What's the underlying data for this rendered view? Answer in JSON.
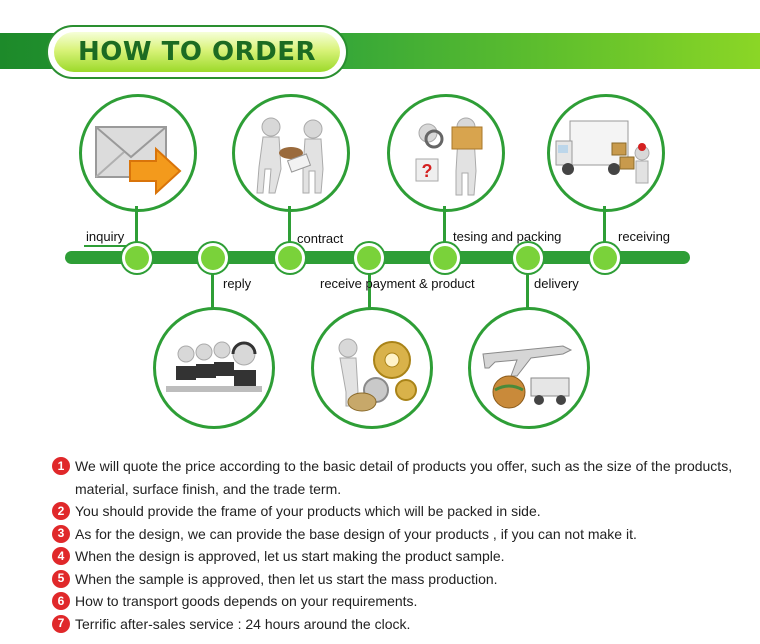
{
  "header": {
    "title": "HOW TO ORDER"
  },
  "process": {
    "labels": {
      "inquiry": "inquiry",
      "reply": "reply",
      "contract": "contract",
      "payment": "receive payment & product",
      "packing": "tesing and packing",
      "delivery": "delivery",
      "receiving": "receiving"
    }
  },
  "steps": [
    {
      "number": "1",
      "text": "We will quote the price according to the basic detail of products you offer,  such as the size of the products,  material,  surface finish,  and the trade term."
    },
    {
      "number": "2",
      "text": "You should provide the frame of your products which will be packed in side."
    },
    {
      "number": "3",
      "text": "As for the design,  we can provide the base design of your products , if you can not make it."
    },
    {
      "number": "4",
      "text": "When the design is approved,  let us start making the product sample."
    },
    {
      "number": "5",
      "text": "When the sample is approved,  then let us start the mass production."
    },
    {
      "number": "6",
      "text": "How to transport goods depends on your requirements."
    },
    {
      "number": "7",
      "text": "Terrific after-sales service : 24 hours around the clock."
    }
  ],
  "colors": {
    "accent": "#2e9e36",
    "node": "#7ad23a",
    "bullet": "#e0282a",
    "title": "#1c6b22"
  }
}
